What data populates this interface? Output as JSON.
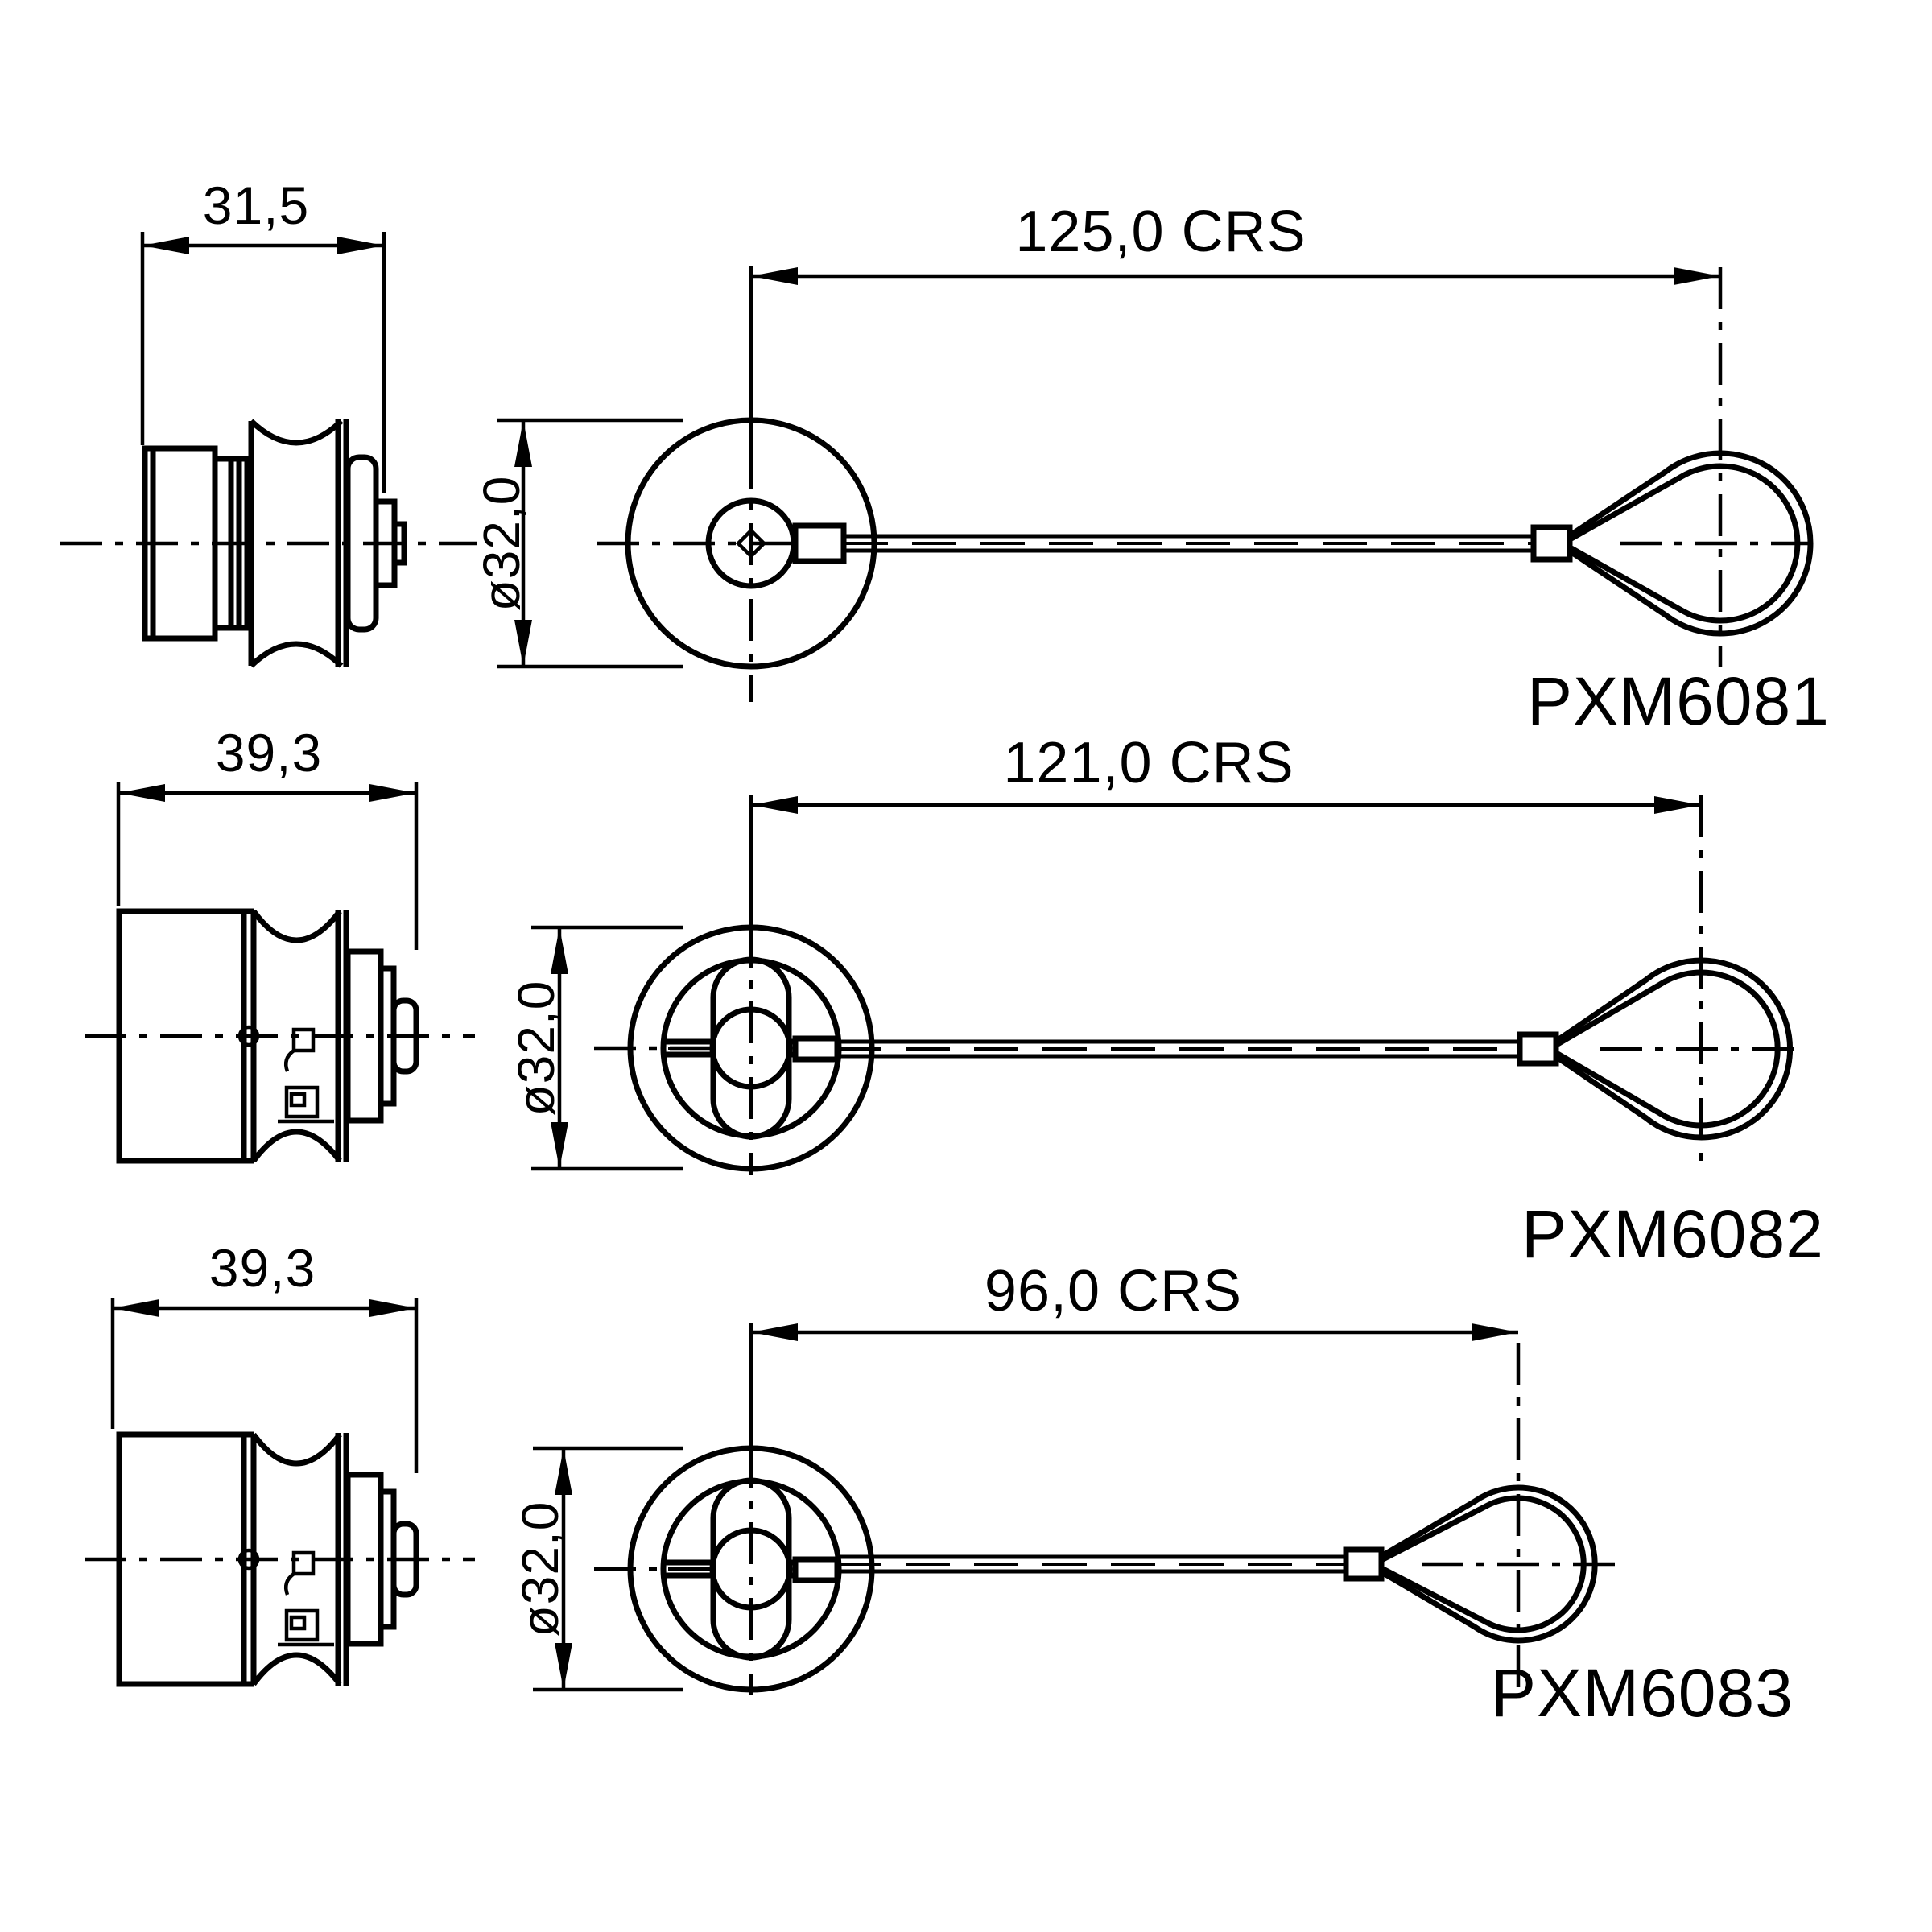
{
  "drawing": {
    "background_color": "#ffffff",
    "ink_color": "#000000",
    "rows": [
      {
        "part_number": "PXM6081",
        "length": "31,5",
        "diameter": "ø32,0",
        "centres": "125,0 CRS"
      },
      {
        "part_number": "PXM6082",
        "length": "39,3",
        "diameter": "ø32,0",
        "centres": "121,0 CRS"
      },
      {
        "part_number": "PXM6083",
        "length": "39,3",
        "diameter": "ø32,0",
        "centres": "96,0 CRS"
      }
    ]
  }
}
